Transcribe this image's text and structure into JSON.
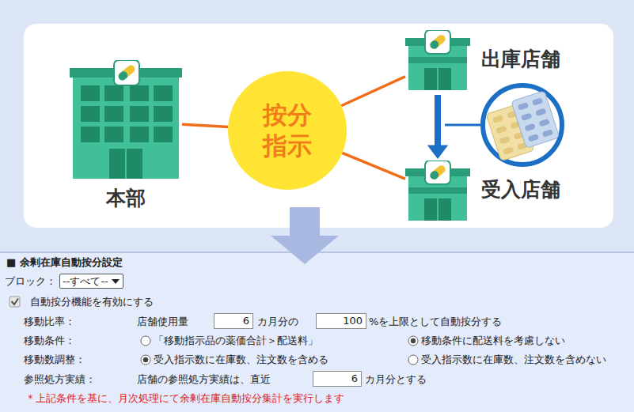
{
  "diagram": {
    "nodes": [
      {
        "text": [
          "本部"
        ]
      },
      {
        "text": [
          "按分 指示"
        ]
      },
      {
        "text": [
          "出庫店舗"
        ]
      },
      {
        "text": [
          "受入店舗"
        ]
      }
    ],
    "edges": [
      {
        "from": 0,
        "to": 1,
        "arrow": "none"
      },
      {
        "from": 1,
        "to": 2,
        "arrow": "none"
      },
      {
        "from": 1,
        "to": 3,
        "arrow": "none"
      },
      {
        "from": 2,
        "to": 3,
        "arrow": "to"
      }
    ],
    "labels": [
      "■ 余剰在庫自動按分設定",
      "ブロック：",
      "--すべて--",
      "自動按分機能を有効にする",
      "移動比率：",
      "店舗使用量",
      "6",
      "カ月分の",
      "100",
      "%を上限として自動按分する",
      "移動条件：",
      "「移動指示品の薬価合計＞配送料」",
      "移動条件に配送料を考慮しない",
      "移動数調整：",
      "受入指示数に在庫数、注文数を含める",
      "受入指示数に在庫数、注文数を含めない",
      "参照処方実績：",
      "店舗の参照処方実績は、直近",
      "6",
      "カ月分とする",
      "＊上記条件を基に、月次処理にて余剰在庫自動按分集計を実行します"
    ]
  }
}
